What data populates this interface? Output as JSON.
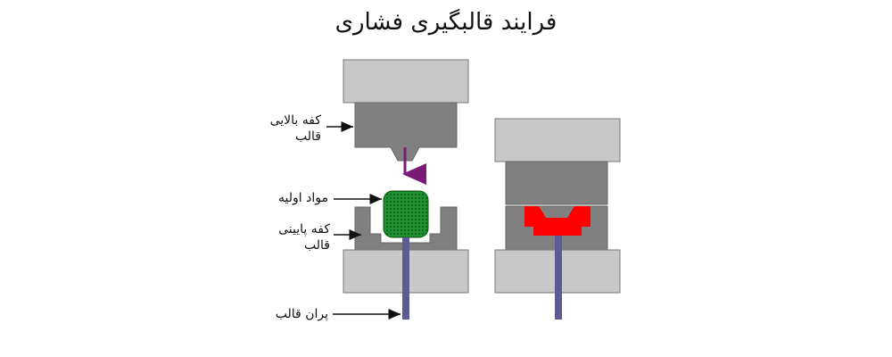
{
  "title": "فرایند قالبگیری فشاری",
  "labels": {
    "upper_mold_line1": "کفه بالایی",
    "upper_mold_line2": "قالب",
    "raw_material": "مواد اولیه",
    "lower_mold_line1": "کفه پایینی",
    "lower_mold_line2": "قالب",
    "ejector_pin": "پران قالب"
  },
  "colors": {
    "plate_light": "#c8c8c8",
    "mold_dark": "#808080",
    "material_green": "#1f8f2f",
    "molded_part_red": "#ff0000",
    "pin_purple": "#5e5a94",
    "arrow_purple": "#7a1a78",
    "outline": "#555555"
  }
}
